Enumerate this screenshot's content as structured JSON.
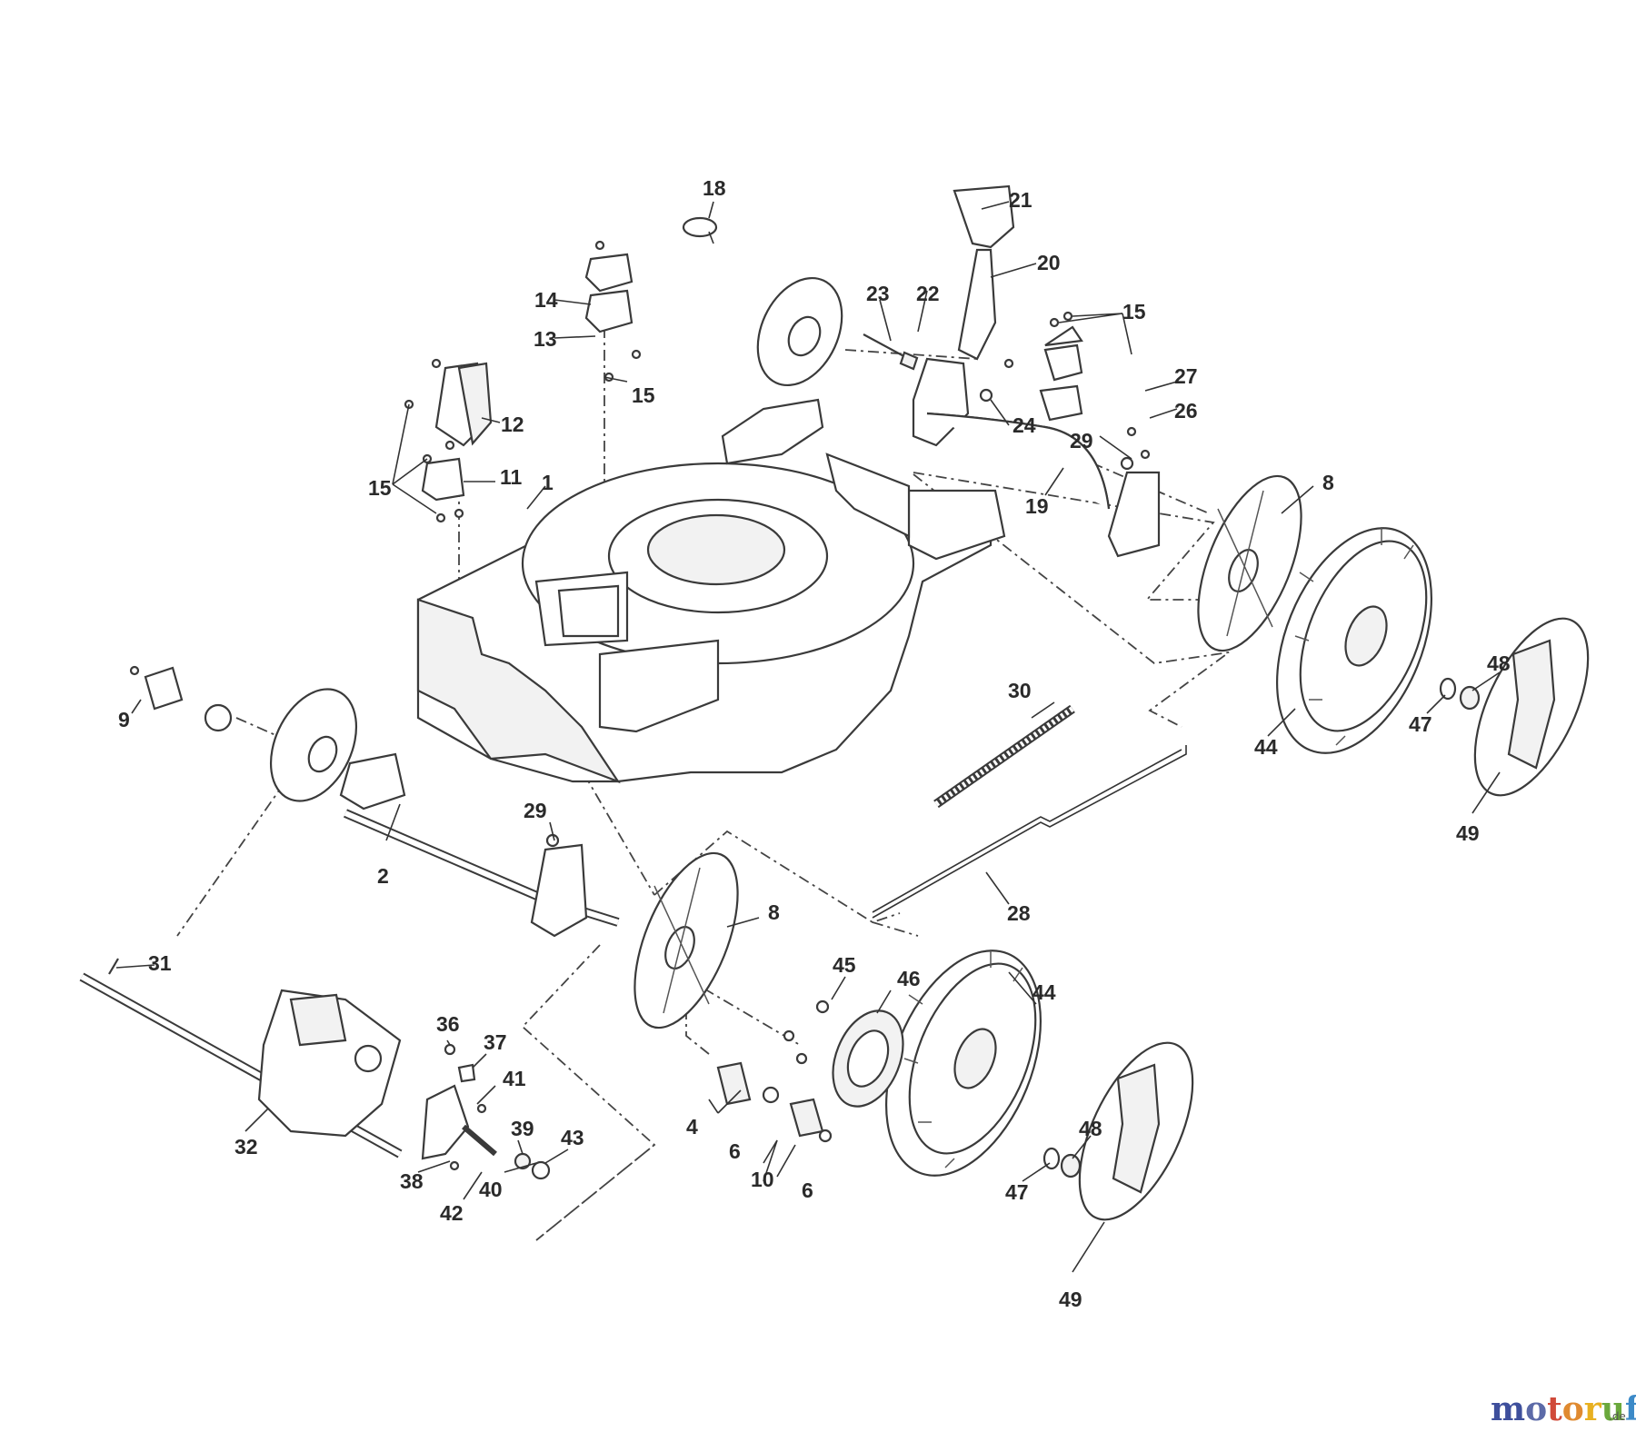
{
  "parts": [
    {
      "id": "p1",
      "label": "1"
    },
    {
      "id": "p2",
      "label": "2"
    },
    {
      "id": "p4",
      "label": "4"
    },
    {
      "id": "p6a",
      "label": "6"
    },
    {
      "id": "p6b",
      "label": "6"
    },
    {
      "id": "p8a",
      "label": "8"
    },
    {
      "id": "p8b",
      "label": "8"
    },
    {
      "id": "p9",
      "label": "9"
    },
    {
      "id": "p10",
      "label": "10"
    },
    {
      "id": "p11",
      "label": "11"
    },
    {
      "id": "p12",
      "label": "12"
    },
    {
      "id": "p13",
      "label": "13"
    },
    {
      "id": "p14",
      "label": "14"
    },
    {
      "id": "p15a",
      "label": "15"
    },
    {
      "id": "p15b",
      "label": "15"
    },
    {
      "id": "p15c",
      "label": "15"
    },
    {
      "id": "p18",
      "label": "18"
    },
    {
      "id": "p19",
      "label": "19"
    },
    {
      "id": "p20",
      "label": "20"
    },
    {
      "id": "p21",
      "label": "21"
    },
    {
      "id": "p22",
      "label": "22"
    },
    {
      "id": "p23",
      "label": "23"
    },
    {
      "id": "p24",
      "label": "24"
    },
    {
      "id": "p26",
      "label": "26"
    },
    {
      "id": "p27",
      "label": "27"
    },
    {
      "id": "p28",
      "label": "28"
    },
    {
      "id": "p29a",
      "label": "29"
    },
    {
      "id": "p29b",
      "label": "29"
    },
    {
      "id": "p30",
      "label": "30"
    },
    {
      "id": "p31",
      "label": "31"
    },
    {
      "id": "p32",
      "label": "32"
    },
    {
      "id": "p36",
      "label": "36"
    },
    {
      "id": "p37",
      "label": "37"
    },
    {
      "id": "p38",
      "label": "38"
    },
    {
      "id": "p39",
      "label": "39"
    },
    {
      "id": "p40",
      "label": "40"
    },
    {
      "id": "p41",
      "label": "41"
    },
    {
      "id": "p42",
      "label": "42"
    },
    {
      "id": "p43",
      "label": "43"
    },
    {
      "id": "p44a",
      "label": "44"
    },
    {
      "id": "p44b",
      "label": "44"
    },
    {
      "id": "p45",
      "label": "45"
    },
    {
      "id": "p46",
      "label": "46"
    },
    {
      "id": "p47a",
      "label": "47"
    },
    {
      "id": "p47b",
      "label": "47"
    },
    {
      "id": "p48a",
      "label": "48"
    },
    {
      "id": "p48b",
      "label": "48"
    },
    {
      "id": "p49a",
      "label": "49"
    },
    {
      "id": "p49b",
      "label": "49"
    }
  ],
  "watermark": {
    "letters": [
      "m",
      "o",
      "t",
      "o",
      "r",
      "u",
      "f"
    ],
    "colors": [
      "#3e4f9c",
      "#5c6aa8",
      "#d04a3a",
      "#e08a30",
      "#e8b020",
      "#6aa83c",
      "#3c8ac8"
    ],
    "suffix": ".de"
  }
}
